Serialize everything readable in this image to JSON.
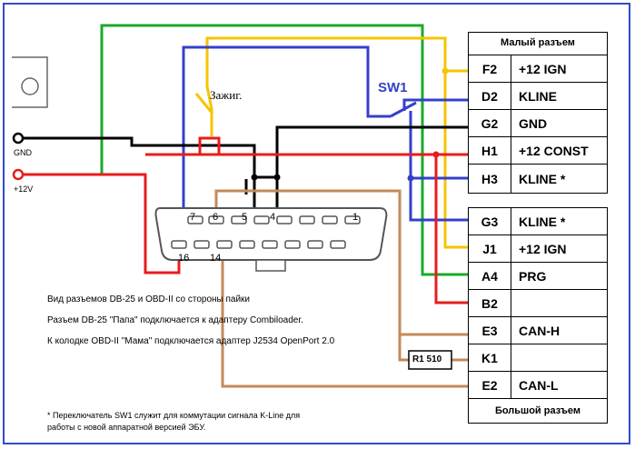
{
  "colors": {
    "green": "#1aaa2a",
    "yellow": "#f5c400",
    "blue": "#3440c8",
    "black": "#000000",
    "red": "#e81c1c",
    "brown": "#c48a5a",
    "frame": "#2f4bd0"
  },
  "labels": {
    "ignition": "Зажиг.",
    "switch": "SW1",
    "gnd": "GND",
    "plus12v": "+12V",
    "resistor": "R1 510"
  },
  "connector_obd": {
    "top_pins": [
      "7",
      "6",
      "5",
      "4",
      "1"
    ],
    "bottom_pins": [
      "16",
      "14"
    ]
  },
  "small_connector": {
    "title": "Малый разъем",
    "rows": [
      {
        "pin": "F2",
        "signal": "+12 IGN"
      },
      {
        "pin": "D2",
        "signal": "KLINE"
      },
      {
        "pin": "G2",
        "signal": "GND"
      },
      {
        "pin": "H1",
        "signal": "+12 CONST"
      },
      {
        "pin": "H3",
        "signal": "KLINE *"
      }
    ]
  },
  "large_connector": {
    "title": "Большой разъем",
    "rows": [
      {
        "pin": "G3",
        "signal": "KLINE *"
      },
      {
        "pin": "J1",
        "signal": "+12 IGN"
      },
      {
        "pin": "A4",
        "signal": "PRG"
      },
      {
        "pin": "B2",
        "signal": ""
      },
      {
        "pin": "E3",
        "signal": "CAN-H"
      },
      {
        "pin": "K1",
        "signal": ""
      },
      {
        "pin": "E2",
        "signal": "CAN-L"
      }
    ]
  },
  "notes": {
    "line1": "Вид разъемов DB-25 и OBD-II со стороны пайки",
    "line2": "Разъем DB-25 \"Папа\" подключается к адаптеру Combiloader.",
    "line3": "К колодке OBD-II \"Мама\" подключается адаптер J2534 OpenPort 2.0",
    "footnote1": "* Переключатель SW1 служит для коммутации сигнала K-Line для",
    "footnote2": "работы с новой аппаратной версией ЭБУ."
  }
}
